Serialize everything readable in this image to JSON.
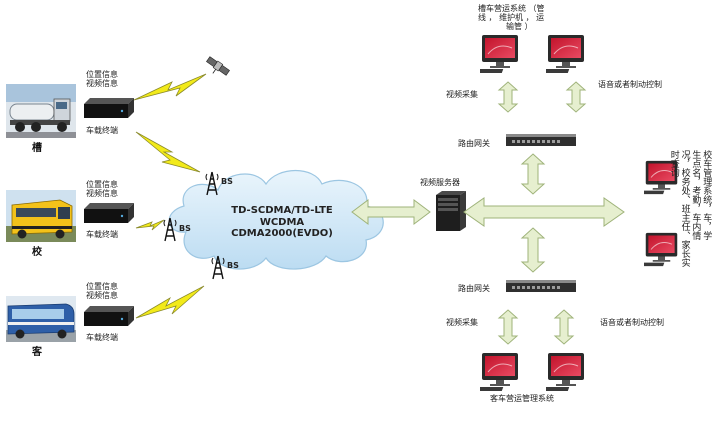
{
  "vehicles": [
    {
      "category": "槽",
      "info_line1": "位置信息",
      "info_line2": "视频信息",
      "terminal": "车载终端"
    },
    {
      "category": "校",
      "info_line1": "位置信息",
      "info_line2": "视频信息",
      "terminal": "车载终端"
    },
    {
      "category": "客",
      "info_line1": "位置信息",
      "info_line2": "视频信息",
      "terminal": "车载终端"
    }
  ],
  "base_station_label": "BS",
  "network": {
    "line1": "TD-SCDMA/TD-LTE",
    "line2": "WCDMA",
    "line3": "CDMA2000(EVDO)"
  },
  "video_server": "视频服务器",
  "top_group": {
    "title_line1": "槽车营运系统 （管",
    "title_line2": "线 ， 维护机 ， 运",
    "title_line3": "输管 ）",
    "side_label": "语音或者制动控制",
    "video_label": "视频采集",
    "router_label": "路由网关"
  },
  "bottom_group": {
    "router_label": "路由网关",
    "video_label": "视频采集",
    "side_label": "语音或者制动控制",
    "footer_label": "客车营运管理系统"
  },
  "right_group": {
    "text_line1": "校车管理系统，车，学",
    "text_line2": "生点名，考勤，车内情",
    "text_line3": "况，校务处、班主任、家长实",
    "text_line4": "时查询"
  },
  "colors": {
    "arrow_fill": "#e6efcf",
    "arrow_stroke": "#9fb37a",
    "lightning_fill": "#f2ea1a",
    "lightning_stroke": "#8a8a2a",
    "cloud_fill": "#d6ebf8",
    "cloud_stroke": "#9cc6e2"
  }
}
